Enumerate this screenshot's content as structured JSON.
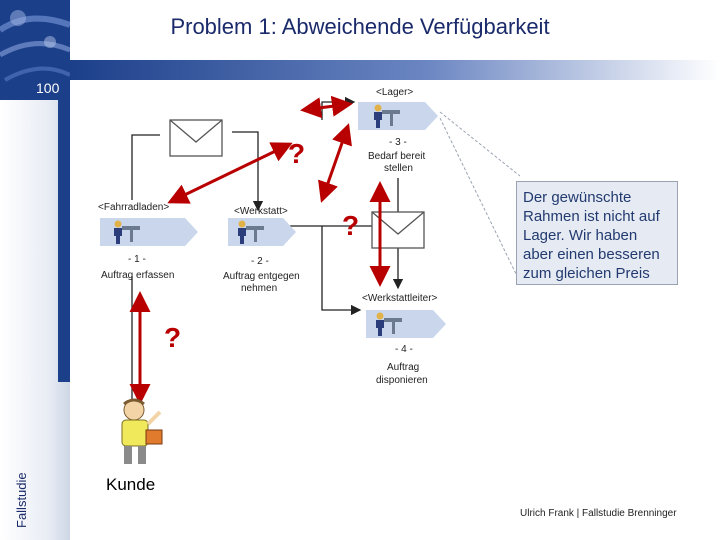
{
  "slide": {
    "title": "Problem 1: Abweichende Verfügbarkeit",
    "page_number": "100",
    "side_label": "Fallstudie",
    "footer": "Ulrich Frank | Fallstudie Brenninger"
  },
  "roles": {
    "fahrradladen": "<Fahrradladen>",
    "werkstatt": "<Werkstatt>",
    "lager": "<Lager>",
    "werkstattleiter": "<Werkstattleiter>"
  },
  "steps": [
    {
      "num": "- 1 -",
      "line1": "Auftrag erfassen",
      "line2": ""
    },
    {
      "num": "- 2 -",
      "line1": "Auftrag entgegen",
      "line2": "nehmen"
    },
    {
      "num": "- 3 -",
      "line1": "Bedarf bereit",
      "line2": "stellen"
    },
    {
      "num": "- 4 -",
      "line1": "Auftrag",
      "line2": "disponieren"
    }
  ],
  "question_marks": [
    "?",
    "?",
    "?"
  ],
  "callout": {
    "text": "Der gewünschte Rahmen ist nicht auf Lager. Wir haben aber einen besseren zum gleichen Preis"
  },
  "customer": {
    "label": "Kunde"
  },
  "icons": [
    "envelope-icon",
    "worker-at-desk-icon",
    "customer-figure-icon"
  ],
  "colors": {
    "brand_blue": "#1c3f8a",
    "arrow_red": "#b80000",
    "lane_blue": "#c9d6ec",
    "callout_bg": "#e6ebf3"
  }
}
